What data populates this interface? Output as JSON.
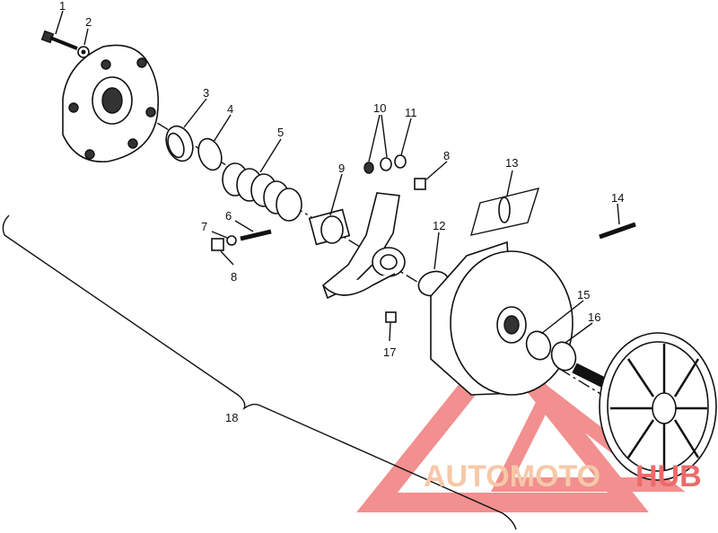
{
  "callouts": [
    {
      "id": "1",
      "text": "1"
    },
    {
      "id": "2",
      "text": "2"
    },
    {
      "id": "3",
      "text": "3"
    },
    {
      "id": "4",
      "text": "4"
    },
    {
      "id": "5",
      "text": "5"
    },
    {
      "id": "6",
      "text": "6"
    },
    {
      "id": "7",
      "text": "7"
    },
    {
      "id": "8a",
      "text": "8"
    },
    {
      "id": "8b",
      "text": "8"
    },
    {
      "id": "9",
      "text": "9"
    },
    {
      "id": "10",
      "text": "10"
    },
    {
      "id": "11",
      "text": "11"
    },
    {
      "id": "12",
      "text": "12"
    },
    {
      "id": "13",
      "text": "13"
    },
    {
      "id": "14",
      "text": "14"
    },
    {
      "id": "15",
      "text": "15"
    },
    {
      "id": "16",
      "text": "16"
    },
    {
      "id": "17",
      "text": "17"
    },
    {
      "id": "18",
      "text": "18"
    }
  ],
  "watermark": {
    "part1": "AUTOMOTO",
    "part2": "HUB",
    "color_main": "#f6c8a8",
    "color_accent": "#ee6a6a"
  }
}
